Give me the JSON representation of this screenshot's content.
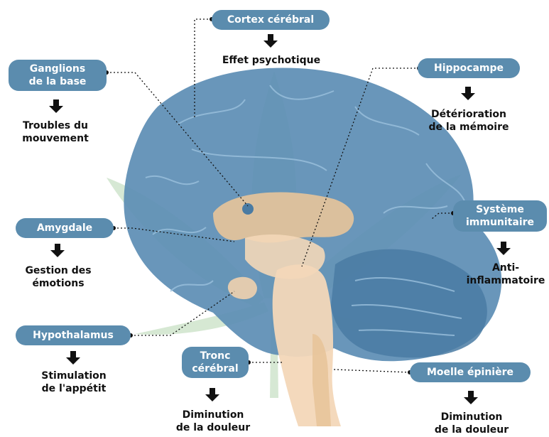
{
  "colors": {
    "label_bg": "#5b8cae",
    "brain_outer": "#5c8db4",
    "brain_inner": "#4a7ba3",
    "limbic": "#e8c49a",
    "leaf": "#cfe4cc",
    "arrow": "#111111"
  },
  "regions": {
    "cortex": {
      "name": "Cortex cérébral",
      "effect": "Effet psychotique"
    },
    "ganglia": {
      "name": "Ganglions\nde la base",
      "effect": "Troubles du\nmouvement"
    },
    "hippocampus": {
      "name": "Hippocampe",
      "effect": "Détérioration\nde la mémoire"
    },
    "amygdala": {
      "name": "Amygdale",
      "effect": "Gestion des\némotions"
    },
    "immune": {
      "name": "Système\nimmunitaire",
      "effect": "Anti-\ninflammatoire"
    },
    "hypothalamus": {
      "name": "Hypothalamus",
      "effect": "Stimulation\nde l'appétit"
    },
    "brainstem": {
      "name": "Tronc\ncérébral",
      "effect": "Diminution\nde la douleur"
    },
    "spinal": {
      "name": "Moelle épinière",
      "effect": "Diminution\nde la douleur"
    }
  }
}
